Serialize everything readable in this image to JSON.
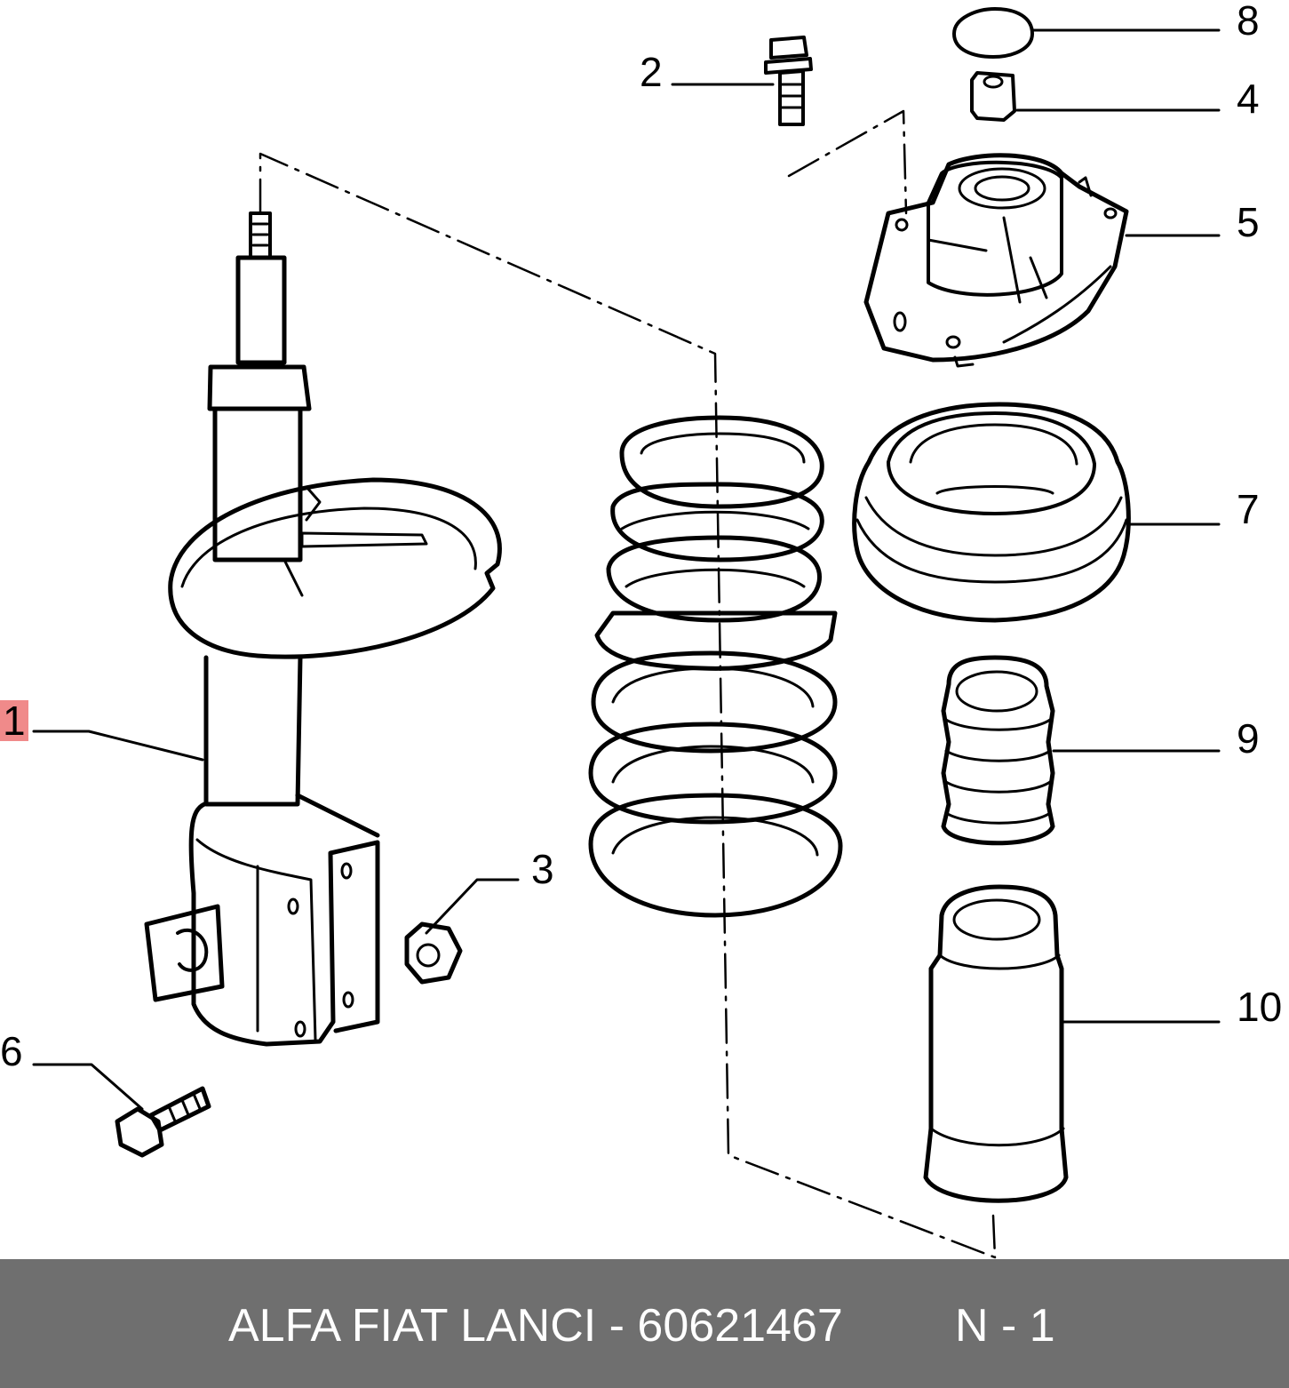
{
  "callouts": [
    {
      "id": "1",
      "label": "1",
      "highlight": true
    },
    {
      "id": "2",
      "label": "2"
    },
    {
      "id": "3",
      "label": "3"
    },
    {
      "id": "4",
      "label": "4"
    },
    {
      "id": "5",
      "label": "5"
    },
    {
      "id": "6",
      "label": "6"
    },
    {
      "id": "7",
      "label": "7"
    },
    {
      "id": "8",
      "label": "8"
    },
    {
      "id": "9",
      "label": "9"
    },
    {
      "id": "10",
      "label": "10"
    }
  ],
  "highlight_color": "#f08a8a",
  "footer": {
    "code": "ALFA FIAT LANCI - 60621467",
    "page": "N - 1",
    "background": "#6f6f6f"
  }
}
